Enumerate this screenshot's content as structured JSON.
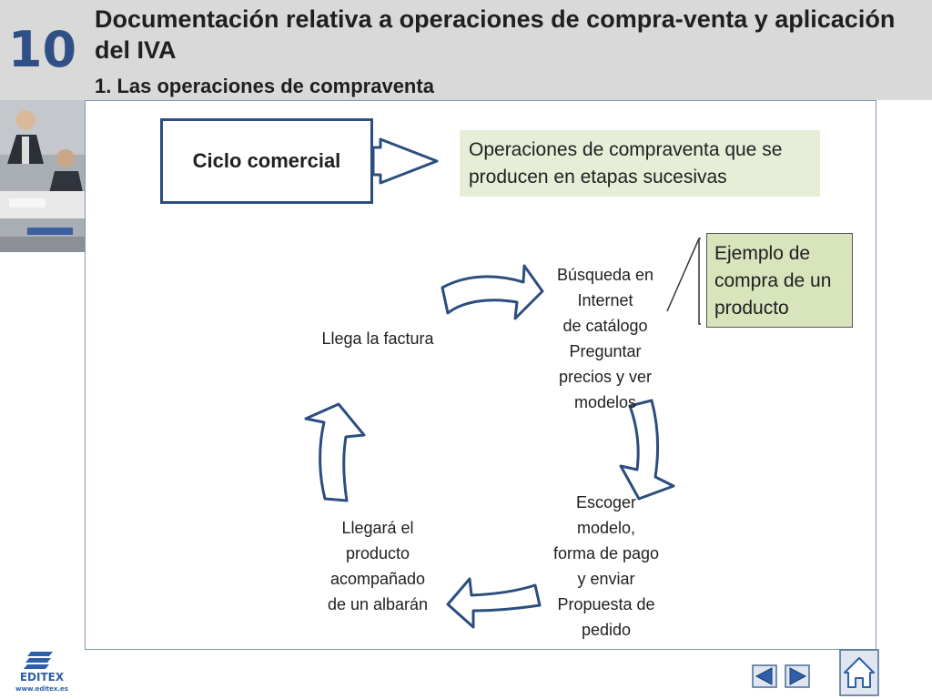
{
  "header": {
    "slide_number": "10",
    "title": "Documentación relativa a operaciones de compra-venta y aplicación del IVA",
    "subtitle": "1. Las operaciones de compraventa"
  },
  "concept": {
    "ciclo_label": "Ciclo comercial",
    "definition": "Operaciones de compraventa que se producen en etapas sucesivas"
  },
  "callout": {
    "text": "Ejemplo de compra de un producto"
  },
  "cycle": {
    "step1": [
      "Búsqueda en",
      "Internet",
      "de catálogo",
      "Preguntar",
      "precios y ver",
      "modelos"
    ],
    "step2": [
      "Escoger",
      "modelo,",
      "forma de pago",
      "y enviar",
      "Propuesta de",
      "pedido"
    ],
    "step3": [
      "Llegará el",
      "producto",
      "acompañado",
      "de un albarán"
    ],
    "step4": "Llega la factura"
  },
  "footer": {
    "logo_text": "EDITEX",
    "logo_url": "www.editex.es"
  },
  "icons": [
    "previous-icon",
    "next-icon",
    "home-icon"
  ],
  "colors": {
    "accent": "#2f4f87",
    "header_bg": "#d9d9d9",
    "definition_bg": "#e6eed8",
    "callout_bg": "#d8e4bc"
  }
}
